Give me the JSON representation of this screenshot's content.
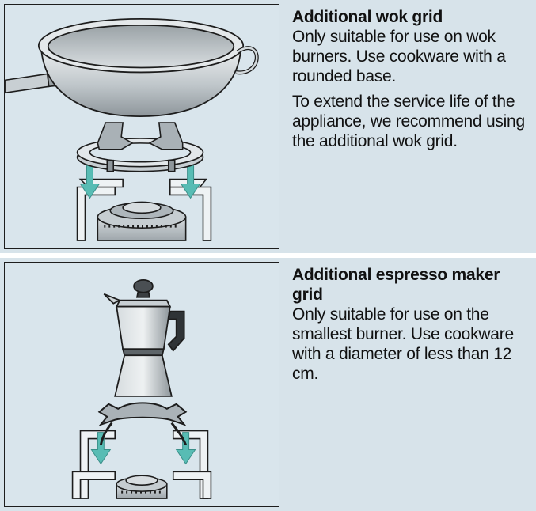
{
  "sections": [
    {
      "heading": "Additional wok grid",
      "paragraphs": [
        "Only suitable for use on wok burners. Use cookware with a rounded base.",
        "To extend the service life of the appliance, we recommend using the additional wok grid."
      ]
    },
    {
      "heading": "Additional espresso maker grid",
      "paragraphs": [
        "Only suitable for use on the smallest burner. Use cookware with a diameter of less than 12 cm."
      ]
    }
  ],
  "colors": {
    "background": "#d7e3ea",
    "arrow": "#58bcb4",
    "metal_light": "#c9d0d4",
    "metal_dark": "#8f979c",
    "outline": "#1d1d1d"
  }
}
